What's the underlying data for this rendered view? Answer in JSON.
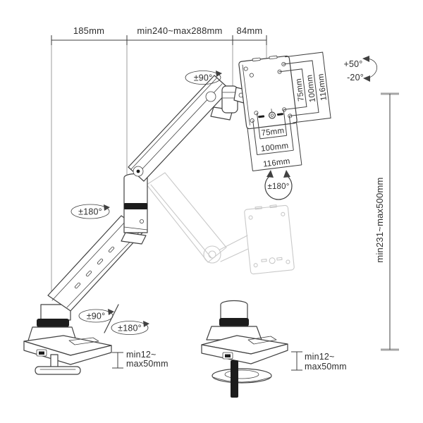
{
  "colors": {
    "line": "#414141",
    "text": "#2e2e2e",
    "ghost": "#c9c9c9",
    "extension": "#a6a6a6",
    "dark_fill": "#1c1c1c",
    "background": "#ffffff"
  },
  "dimensions": {
    "base_to_elbow": "185mm",
    "arm_reach": "min240~max288mm",
    "head_offset": "84mm",
    "height_range": "min231~max500mm",
    "clamp_left": {
      "line1": "min12~",
      "line2": "max50mm"
    },
    "clamp_right": {
      "line1": "min12~",
      "line2": "max50mm"
    }
  },
  "vesa": {
    "vertical": [
      "75mm",
      "100mm",
      "116mm"
    ],
    "horizontal": [
      "75mm",
      "100mm",
      "116mm"
    ],
    "rotation": "±180°"
  },
  "angles": {
    "tilt_up": "+50°",
    "tilt_down": "-20°",
    "head_swivel": "±90°",
    "elbow_rotation": "±180°",
    "base_swivel": "±90°",
    "base_rotation": "±180°"
  }
}
